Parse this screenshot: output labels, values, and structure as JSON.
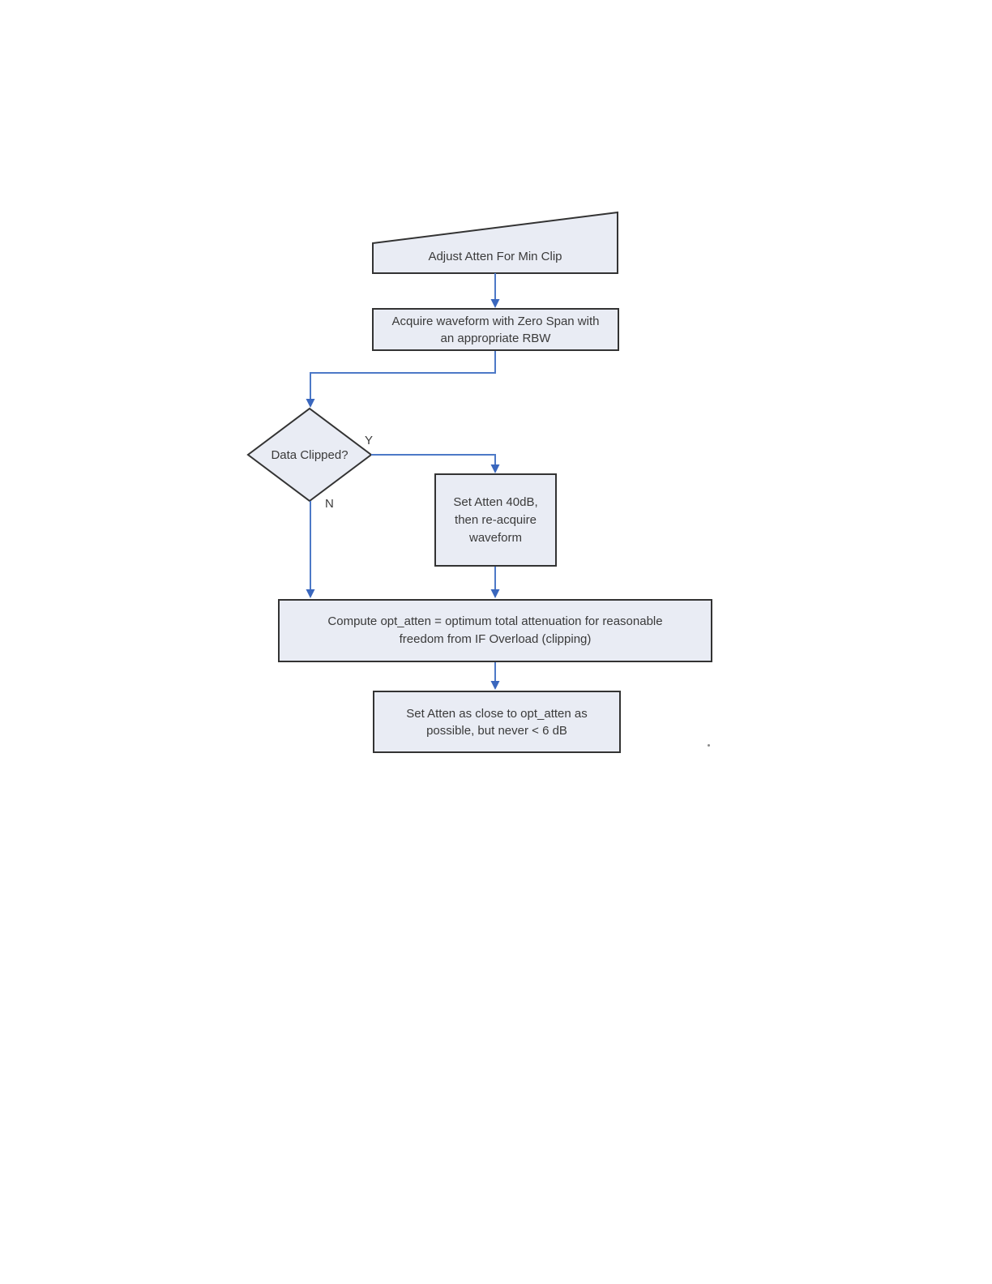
{
  "nodes": {
    "start": {
      "label": "Adjust Atten For Min Clip"
    },
    "acquire": {
      "lines": [
        "Acquire waveform with Zero Span with",
        "an appropriate RBW"
      ]
    },
    "decision": {
      "label": "Data Clipped?",
      "yes_label": "Y",
      "no_label": "N"
    },
    "set_atten_40": {
      "lines": [
        "Set Atten 40dB,",
        "then re-acquire",
        "waveform"
      ]
    },
    "compute": {
      "lines": [
        "Compute opt_atten = optimum total attenuation for reasonable",
        "freedom from IF Overload (clipping)"
      ]
    },
    "set_atten_close": {
      "lines": [
        "Set Atten as close to opt_atten as",
        "possible, but never < 6 dB"
      ]
    }
  },
  "colors": {
    "node_fill": "#e9ecf4",
    "node_border": "#333333",
    "connector": "#4d79c7",
    "arrowhead": "#3a67be",
    "text": "#3a3a3a",
    "background": "#ffffff"
  }
}
